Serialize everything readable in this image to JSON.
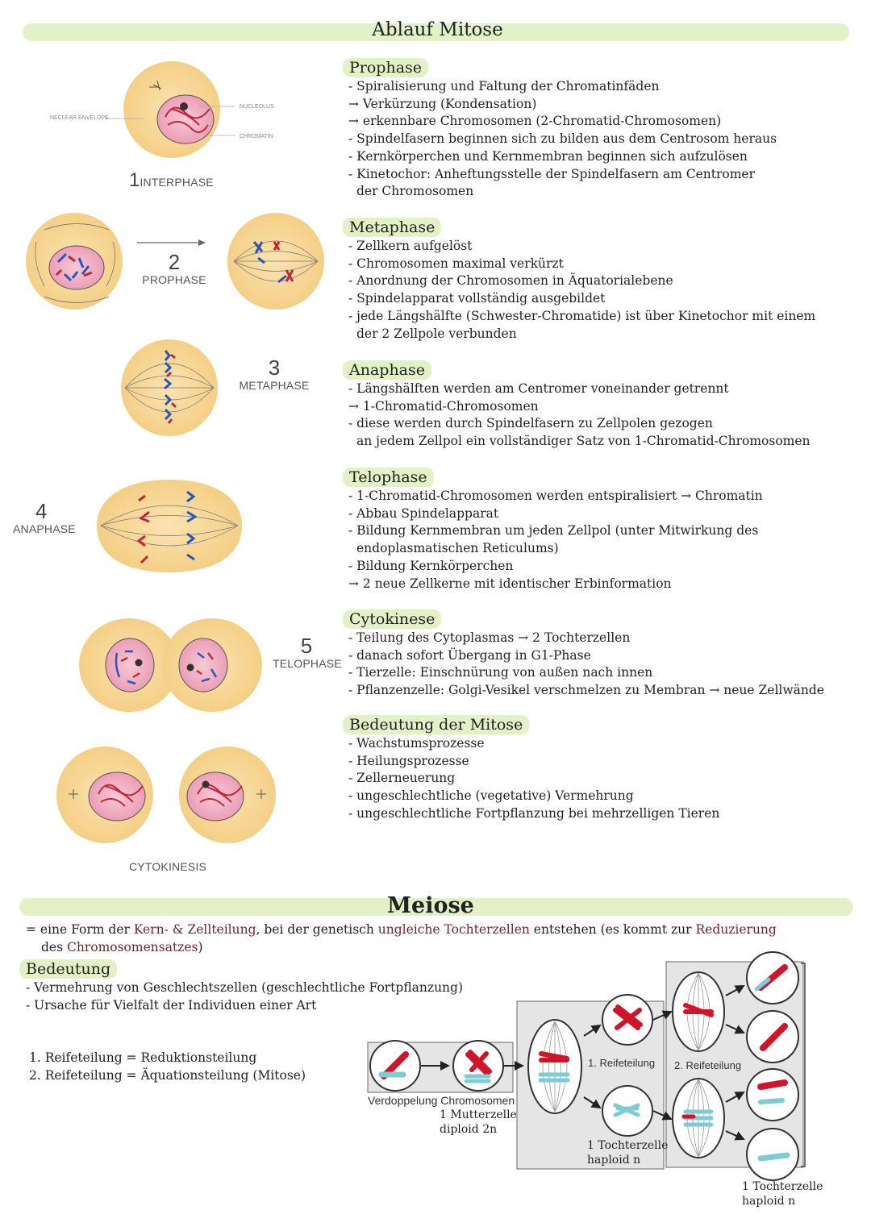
{
  "mitose": {
    "title": "Ablauf Mitose",
    "sections": [
      {
        "heading": "Prophase",
        "items": [
          "- Spiralisierung und Faltung der Chromatinfäden",
          "→ Verkürzung (Kondensation)",
          "→ erkennbare Chromosomen (2-Chromatid-Chromosomen)",
          "- Spindelfasern beginnen sich zu bilden aus dem Centrosom heraus",
          "- Kernkörperchen und Kernmembran beginnen sich aufzulösen",
          "- Kinetochor: Anheftungsstelle der Spindelfasern am Centromer",
          "der Chromosomen"
        ]
      },
      {
        "heading": "Metaphase",
        "items": [
          "- Zellkern aufgelöst",
          "- Chromosomen maximal verkürzt",
          "- Anordnung der Chromosomen in Äquatorialebene",
          "- Spindelapparat vollständig ausgebildet",
          "- jede Längshälfte (Schwester-Chromatide) ist über Kinetochor mit einem",
          "der 2 Zellpole verbunden"
        ]
      },
      {
        "heading": "Anaphase",
        "items": [
          "- Längshälften werden am Centromer voneinander getrennt",
          "→ 1-Chromatid-Chromosomen",
          "- diese werden durch Spindelfasern zu Zellpolen gezogen",
          "an jedem Zellpol ein vollständiger Satz von 1-Chromatid-Chromosomen"
        ]
      },
      {
        "heading": "Telophase",
        "items": [
          "- 1-Chromatid-Chromosomen werden entspiralisiert → Chromatin",
          "- Abbau Spindelapparat",
          "- Bildung Kernmembran um jeden Zellpol (unter Mitwirkung des",
          "endoplasmatischen Reticulums)",
          "- Bildung Kernkörperchen",
          "→ 2 neue Zellkerne mit identischer Erbinformation"
        ]
      },
      {
        "heading": "Cytokinese",
        "items": [
          "- Teilung des Cytoplasmas → 2 Tochterzellen",
          "- danach sofort Übergang in G1-Phase",
          "- Tierzelle: Einschnürung von außen nach innen",
          "- Pflanzenzelle: Golgi-Vesikel verschmelzen zu Membran → neue Zellwände"
        ]
      },
      {
        "heading": "Bedeutung der Mitose",
        "items": [
          "- Wachstumsprozesse",
          "- Heilungsprozesse",
          "- Zellerneuerung",
          "- ungeschlechtliche (vegetative) Vermehrung",
          "- ungeschlechtliche Fortpflanzung bei mehrzelligen Tieren"
        ]
      }
    ],
    "figure_labels": {
      "interphase_num": "1",
      "interphase": "INTERPHASE",
      "prophase_num": "2",
      "prophase": "PROPHASE",
      "metaphase_num": "3",
      "metaphase": "METAPHASE",
      "anaphase_num": "4",
      "anaphase": "ANAPHASE",
      "telophase_num": "5",
      "telophase": "TELOPHASE",
      "cytokinesis": "CYTOKINESIS",
      "nuclear_envelope": "NECLEAR ENVELOPE",
      "nucleolus": "NUCLEOLUS",
      "chromatin": "CHROMATIN"
    }
  },
  "meiose": {
    "title": "Meiose",
    "def_prefix": "= eine Form der ",
    "def_hl1": "Kern- & Zellteilung",
    "def_mid": ", bei der genetisch ",
    "def_hl2": "ungleiche Tochterzellen",
    "def_mid2": " entstehen (es kommt zur ",
    "def_hl3": "Reduzierung",
    "def_line2_pre": "des ",
    "def_hl4": "Chromosomensatzes",
    "def_line2_post": ")",
    "bedeutung_heading": "Bedeutung",
    "bedeutung_items": [
      "- Vermehrung von Geschlechtszellen (geschlechtliche Fortpflanzung)",
      "- Ursache für Vielfalt der Individuen einer Art"
    ],
    "reife1": "1. Reifeteilung = Reduktionsteilung",
    "reife2": "2. Reifeteilung = Äquationsteilung (Mitose)",
    "diagram": {
      "verdoppelung": "Verdoppelung Chromosomen",
      "mutterzelle": "1 Mutterzelle",
      "diploid": "diploid 2n",
      "reife1_label": "1. Reifeteilung",
      "reife2_label": "2. Reifeteilung",
      "tochter1": "1 Tochterzelle",
      "haploid1": "haploid n",
      "tochter2": "1 Tochterzelle",
      "haploid2": "haploid n"
    }
  }
}
